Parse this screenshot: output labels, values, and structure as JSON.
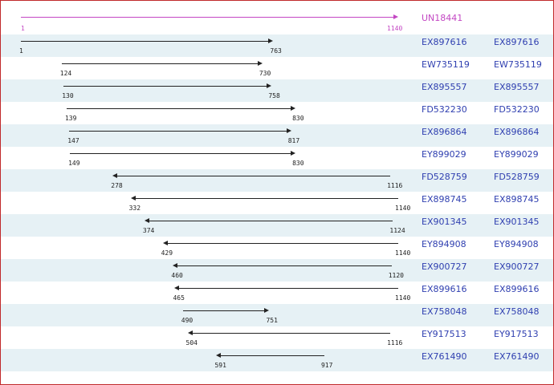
{
  "colors": {
    "frame_border": "#c0292b",
    "row_shade": "#e6f1f5",
    "reference": "#c347c3",
    "link": "#2f3fb0",
    "arrow": "#222222"
  },
  "reference": {
    "name": "UN18441",
    "start": 1,
    "end": 1140
  },
  "alignments": [
    {
      "start": 1,
      "end": 763,
      "strand": "+",
      "name": "EX897616"
    },
    {
      "start": 124,
      "end": 730,
      "strand": "+",
      "name": "EW735119"
    },
    {
      "start": 130,
      "end": 758,
      "strand": "+",
      "name": "EX895557"
    },
    {
      "start": 139,
      "end": 830,
      "strand": "+",
      "name": "FD532230"
    },
    {
      "start": 147,
      "end": 817,
      "strand": "+",
      "name": "EX896864"
    },
    {
      "start": 149,
      "end": 830,
      "strand": "+",
      "name": "EY899029"
    },
    {
      "start": 278,
      "end": 1116,
      "strand": "-",
      "name": "FD528759"
    },
    {
      "start": 332,
      "end": 1140,
      "strand": "-",
      "name": "EX898745"
    },
    {
      "start": 374,
      "end": 1124,
      "strand": "-",
      "name": "EX901345"
    },
    {
      "start": 429,
      "end": 1140,
      "strand": "-",
      "name": "EY894908"
    },
    {
      "start": 460,
      "end": 1120,
      "strand": "-",
      "name": "EX900727"
    },
    {
      "start": 465,
      "end": 1140,
      "strand": "-",
      "name": "EX899616"
    },
    {
      "start": 490,
      "end": 751,
      "strand": "+",
      "name": "EX758048"
    },
    {
      "start": 504,
      "end": 1116,
      "strand": "-",
      "name": "EY917513"
    },
    {
      "start": 591,
      "end": 917,
      "strand": "-",
      "name": "EX761490"
    }
  ]
}
